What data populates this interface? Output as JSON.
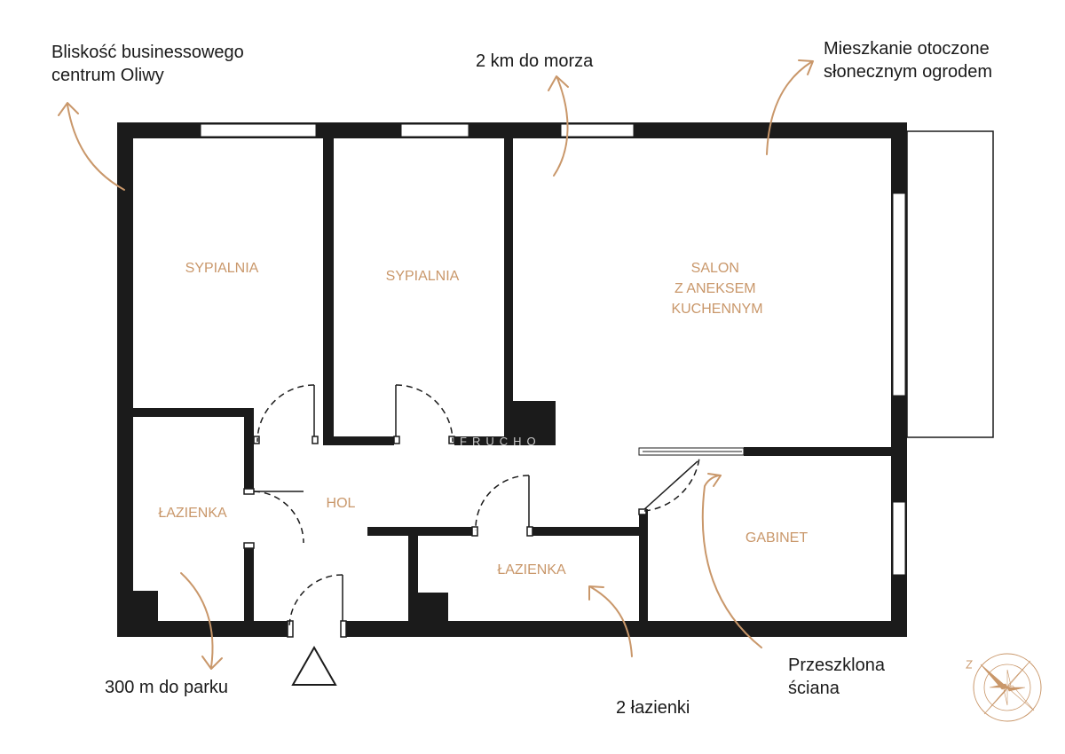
{
  "annotations": {
    "business_center": [
      "Bliskość businessowego",
      "centrum Oliwy"
    ],
    "sea": "2 km do morza",
    "garden": [
      "Mieszkanie otoczone",
      "słonecznym ogrodem"
    ],
    "park": "300 m do parku",
    "bathrooms": "2 łazienki",
    "glass_wall": [
      "Przeszklona",
      "ściana"
    ]
  },
  "rooms": {
    "bedroom_1": "SYPIALNIA",
    "bedroom_2": "SYPIALNIA",
    "living": [
      "SALON",
      "Z ANEKSEM",
      "KUCHENNYM"
    ],
    "bathroom_1": "ŁAZIENKA",
    "hall": "HOL",
    "bathroom_2": "ŁAZIENKA",
    "office": "GABINET"
  },
  "watermark": "FRUCHO",
  "colors": {
    "wall": "#1b1b1b",
    "label": "#c9976a",
    "arrow": "#c9976a",
    "text": "#1a1a1a"
  },
  "icons": {
    "entrance": "triangle-entrance-icon",
    "compass": "compass-rose-icon"
  }
}
